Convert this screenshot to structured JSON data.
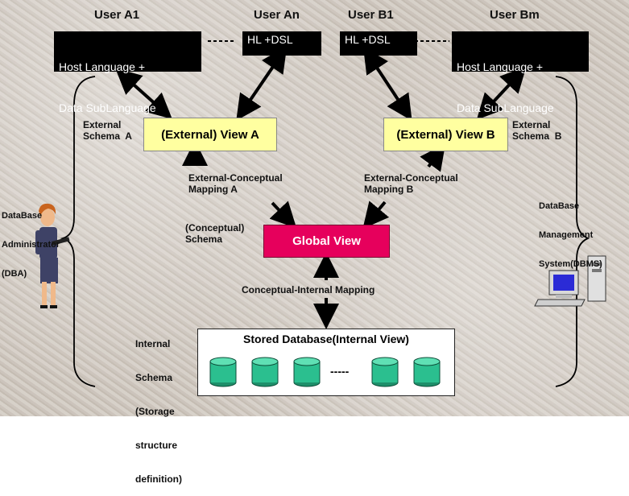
{
  "users": {
    "a1": "User A1",
    "an": "User An",
    "b1": "User B1",
    "bm": "User Bm"
  },
  "boxes": {
    "a1_line1": "Host Language +",
    "a1_line2": "Data SubLanguage",
    "an": "HL +DSL",
    "b1": "HL +DSL",
    "bm_line1": "Host Language +",
    "bm_line2": "Data SubLanguage",
    "dash_users": "-----"
  },
  "views": {
    "a": "(External) View  A",
    "b": "(External) View  B",
    "global": "Global View"
  },
  "labels": {
    "ext_schema_a_1": "External",
    "ext_schema_a_2": "Schema  A",
    "ext_schema_b_1": "External",
    "ext_schema_b_2": "Schema  B",
    "ecm_a_1": "External-Conceptual",
    "ecm_a_2": "Mapping A",
    "ecm_b_1": "External-Conceptual",
    "ecm_b_2": "Mapping B",
    "conceptual_1": "(Conceptual)",
    "conceptual_2": "Schema",
    "cim": "Conceptual-Internal Mapping",
    "internal_1": "Internal",
    "internal_2": "Schema",
    "internal_3": "(Storage",
    "internal_4": "structure",
    "internal_5": "definition)",
    "dba_1": "DataBase",
    "dba_2": "Administrator",
    "dba_3": "(DBA)",
    "dbms_1": "DataBase",
    "dbms_2": "Management",
    "dbms_3": "System(DBMS)"
  },
  "stored": {
    "title": "Stored Database(Internal View)",
    "dash": "-----"
  },
  "colors": {
    "view_box": "#ffffa0",
    "global_view": "#e6005c",
    "cylinder": "#2bbf8f",
    "black_box": "#000000"
  }
}
